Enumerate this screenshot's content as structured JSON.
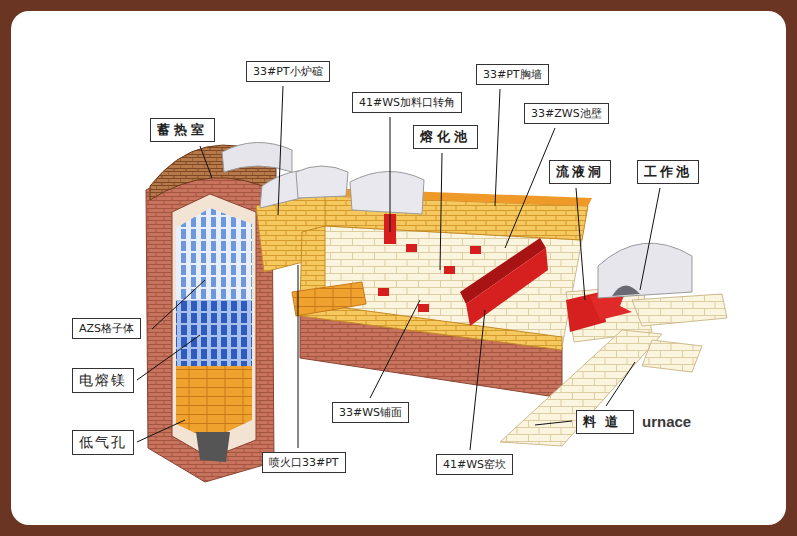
{
  "diagram": {
    "nodes": [
      {
        "text": [
          "33#PT小炉碹"
        ]
      },
      {
        "text": [
          "33#PT胸墙"
        ]
      },
      {
        "text": [
          "41#WS加料口转角"
        ]
      },
      {
        "text": [
          "33#ZWS池壁"
        ]
      },
      {
        "text": [
          "蓄热室"
        ]
      },
      {
        "text": [
          "熔化池"
        ]
      },
      {
        "text": [
          "流液洞"
        ]
      },
      {
        "text": [
          "工作池"
        ]
      },
      {
        "text": [
          "AZS格子体"
        ]
      },
      {
        "text": [
          "电熔镁"
        ]
      },
      {
        "text": [
          "33#WS铺面"
        ]
      },
      {
        "text": [
          "料道"
        ]
      },
      {
        "text": [
          "低气孔"
        ]
      },
      {
        "text": [
          "喷火口33#PT"
        ]
      },
      {
        "text": [
          "41#WS窑坎"
        ]
      }
    ],
    "labels": [
      "urnace"
    ]
  }
}
